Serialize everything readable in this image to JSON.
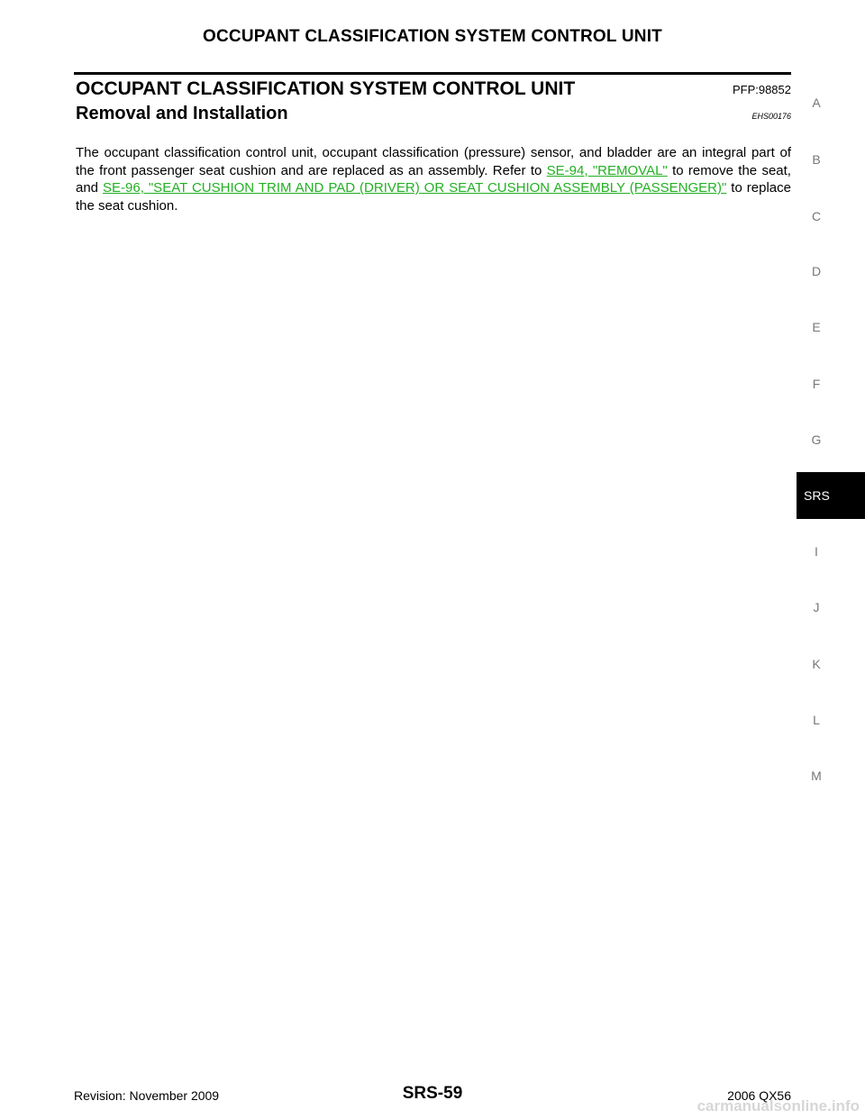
{
  "header": {
    "title": "OCCUPANT CLASSIFICATION SYSTEM CONTROL UNIT"
  },
  "section": {
    "title": "OCCUPANT CLASSIFICATION SYSTEM CONTROL UNIT",
    "code": "PFP:98852"
  },
  "subsection": {
    "title": "Removal and Installation",
    "code": "EHS00176"
  },
  "body": {
    "text_1": "The occupant classification control unit, occupant classification (pressure) sensor, and bladder are an integral part of the front passenger seat cushion and are replaced as an assembly. Refer to ",
    "link_1": "SE-94, \"REMOVAL\"",
    "text_2": " to remove the seat, and ",
    "link_2": "SE-96, \"SEAT CUSHION TRIM AND PAD (DRIVER) OR SEAT CUSHION ASSEMBLY (PASSENGER)\"",
    "text_3": " to replace the seat cushion."
  },
  "side_index": {
    "letters": [
      "A",
      "B",
      "C",
      "D",
      "E",
      "F",
      "G",
      "I",
      "J",
      "K",
      "L",
      "M"
    ],
    "active": "SRS"
  },
  "footer": {
    "revision": "Revision: November 2009",
    "page": "SRS-59",
    "model": "2006 QX56"
  },
  "watermark": "carmanualsonline.info",
  "colors": {
    "link": "#22b022",
    "tab_bg": "#000000",
    "tab_text": "#ffffff"
  }
}
